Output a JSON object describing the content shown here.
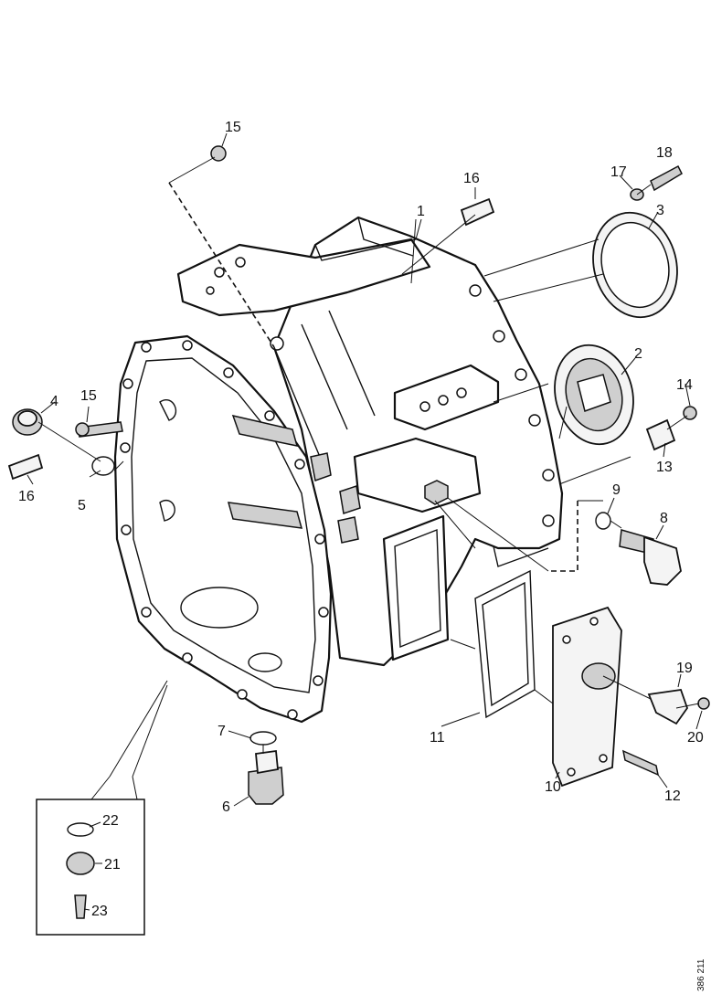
{
  "callouts": {
    "c1": "1",
    "c2": "2",
    "c3": "3",
    "c4": "4",
    "c5": "5",
    "c6": "6",
    "c7": "7",
    "c8": "8",
    "c9": "9",
    "c10": "10",
    "c11": "11",
    "c12": "12",
    "c13": "13",
    "c14": "14",
    "c15a": "15",
    "c15b": "15",
    "c16a": "16",
    "c16b": "16",
    "c17": "17",
    "c18": "18",
    "c19": "19",
    "c20": "20",
    "c21": "21",
    "c22": "22",
    "c23": "23"
  },
  "figure_code": "386 211"
}
